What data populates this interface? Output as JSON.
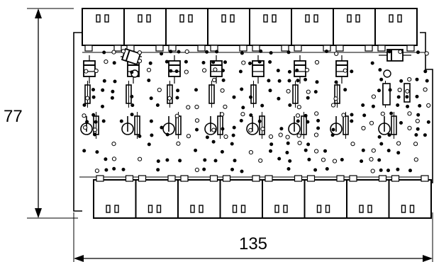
{
  "dimensions": {
    "height_label": "77",
    "width_label": "135"
  },
  "board": {
    "top_connector_count": 8,
    "bottom_connector_count": 8,
    "pins_per_connector": 2,
    "vertical_diodes": 7,
    "horizontal_diodes": 2,
    "capacitors_per_channel": 1
  },
  "colors": {
    "line": "#000000",
    "background": "#ffffff"
  }
}
